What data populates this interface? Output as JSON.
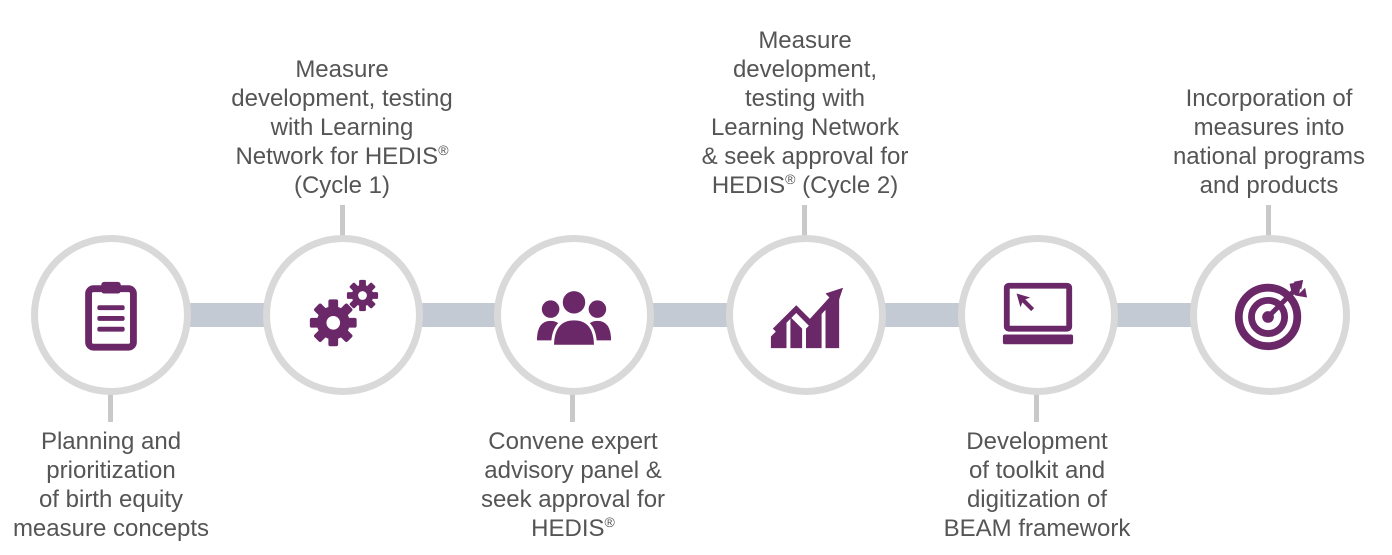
{
  "colors": {
    "icon": "#6b2868",
    "ring": "#d9d9d9",
    "connector": "#c3cad3",
    "stem": "#c9c9c9",
    "text": "#555555"
  },
  "steps": [
    {
      "icon": "clipboard-icon",
      "label": "Planning and\nprioritization\nof birth equity\nmeasure concepts",
      "position": "below"
    },
    {
      "icon": "gears-icon",
      "label": "Measure\ndevelopment, testing\nwith Learning\nNetwork for HEDIS®\n(Cycle 1)",
      "position": "above"
    },
    {
      "icon": "people-icon",
      "label": "Convene expert\nadvisory panel &\nseek approval for\nHEDIS®",
      "position": "below"
    },
    {
      "icon": "growth-chart-icon",
      "label": "Measure\ndevelopment,\ntesting with\nLearning Network\n& seek approval for\nHEDIS® (Cycle 2)",
      "position": "above"
    },
    {
      "icon": "monitor-cursor-icon",
      "label": "Development\nof toolkit and\ndigitization of\nBEAM framework",
      "position": "below"
    },
    {
      "icon": "target-icon",
      "label": "Incorporation of\nmeasures into\nnational programs\nand products",
      "position": "above"
    }
  ]
}
